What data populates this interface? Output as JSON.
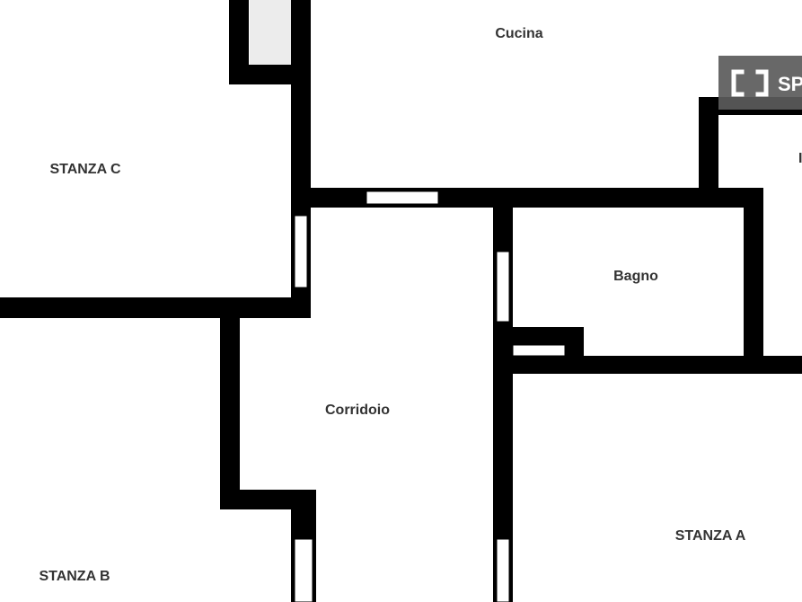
{
  "floorplan": {
    "rooms": {
      "kitchen": "Cucina",
      "room_c": "STANZA C",
      "bathroom": "Bagno",
      "corridor": "Corridoio",
      "room_a": "STANZA A",
      "room_b": "STANZA B",
      "partial_right_label": "I"
    },
    "watermark": {
      "text": "SP",
      "icon": "bracket-frame-icon",
      "background": "#5b5b5b"
    },
    "colors": {
      "wall": "#000000",
      "background": "#ffffff",
      "label": "#333333"
    }
  }
}
